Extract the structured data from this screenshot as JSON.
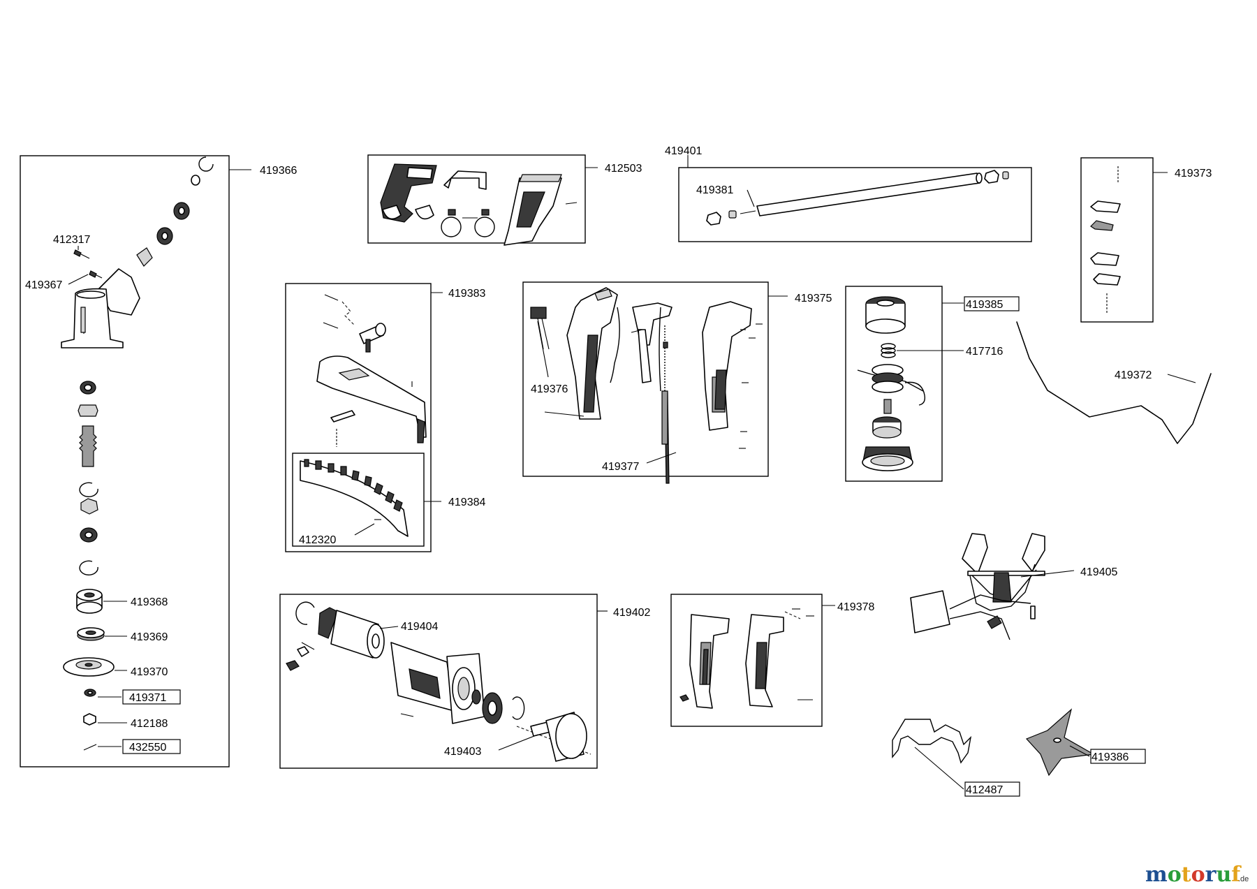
{
  "labels": {
    "p419366": "419366",
    "p412317": "412317",
    "p419367": "419367",
    "p419368": "419368",
    "p419369": "419369",
    "p419370": "419370",
    "p419371": "419371",
    "p412188": "412188",
    "p432550": "432550",
    "p412503": "412503",
    "p419401": "419401",
    "p419381": "419381",
    "p419373": "419373",
    "p419383": "419383",
    "p419384": "419384",
    "p412320": "412320",
    "p419375": "419375",
    "p419376": "419376",
    "p419377": "419377",
    "p419385": "419385",
    "p417716": "417716",
    "p419372": "419372",
    "p419405": "419405",
    "p419402": "419402",
    "p419404": "419404",
    "p419403": "419403",
    "p419378": "419378",
    "p419386": "419386",
    "p412487": "412487"
  },
  "watermark": {
    "brand_main": "motoruf",
    "brand_suffix": ".de",
    "colors": {
      "m": "#1d4f91",
      "o1": "#2a9d3a",
      "t": "#e3a21a",
      "o2": "#d23a2a",
      "r": "#1d4f91",
      "u": "#2a9d3a",
      "f": "#e3a21a"
    }
  }
}
